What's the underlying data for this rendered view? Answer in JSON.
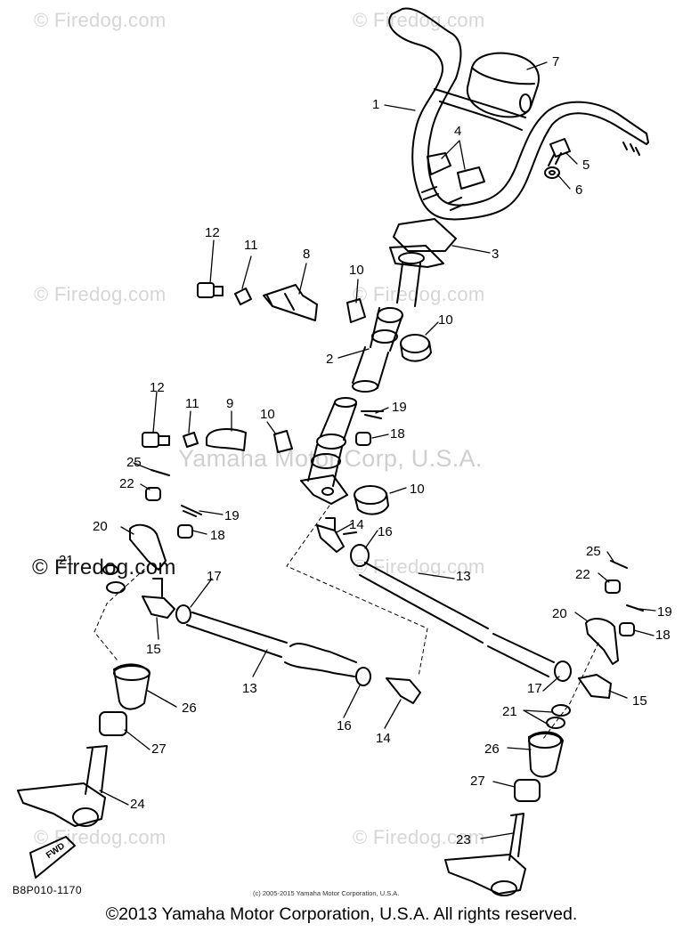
{
  "watermarks": {
    "site": "© Firedog.com",
    "corp": "Yamaha Motor Corp, U.S.A."
  },
  "callouts": [
    "1",
    "2",
    "3",
    "4",
    "5",
    "6",
    "7",
    "8",
    "9",
    "10",
    "11",
    "12",
    "13",
    "14",
    "15",
    "16",
    "17",
    "18",
    "19",
    "20",
    "21",
    "22",
    "23",
    "24",
    "25",
    "26",
    "27"
  ],
  "fwd_label": "FWD",
  "part_code": "B8P010-1170",
  "small_copyright": "(c) 2005-2015 Yamaha Motor Corporation, U.S.A.",
  "copyright": "©2013 Yamaha Motor Corporation, U.S.A. All rights reserved."
}
